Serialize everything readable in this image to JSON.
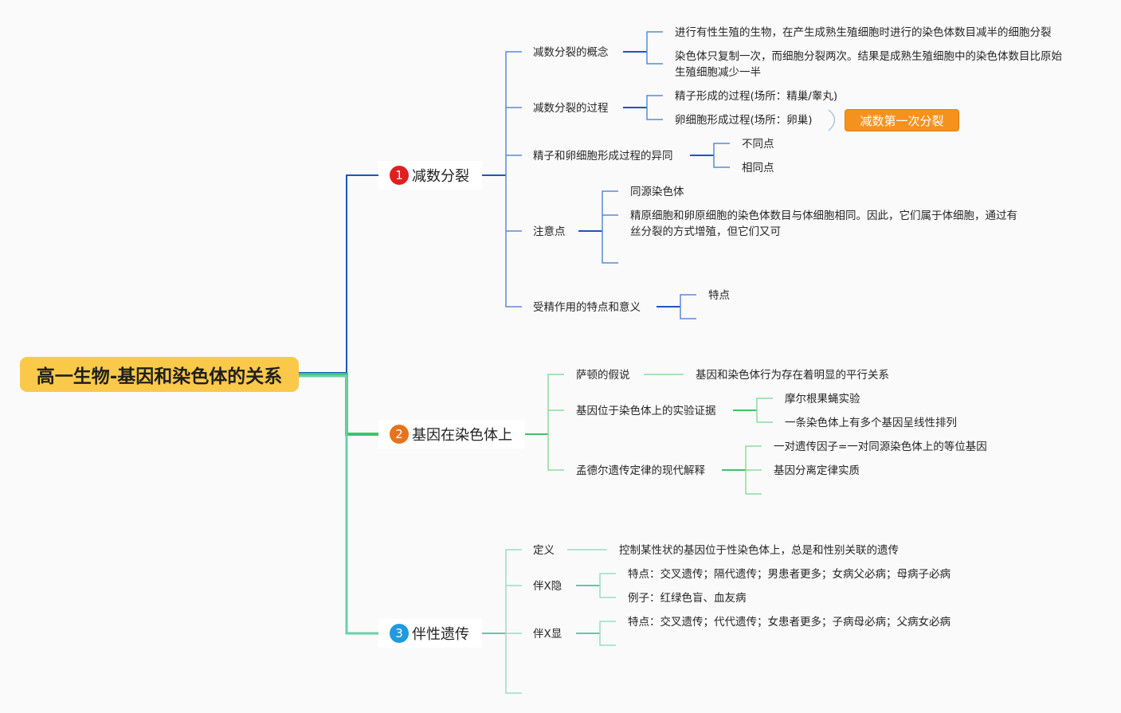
{
  "root": {
    "title": "高一生物-基因和染色体的关系"
  },
  "branches": [
    {
      "number": "1",
      "label": "减数分裂",
      "color": "#1a56c4",
      "badge_color": "#e02020",
      "children": [
        {
          "label": "减数分裂的概念",
          "children": [
            "进行有性生殖的生物，在产生成熟生殖细胞时进行的染色体数目减半的细胞分裂",
            "染色体只复制一次，而细胞分裂两次。结果是成熟生殖细胞中的染色体数目比原始生殖细胞减少一半"
          ]
        },
        {
          "label": "减数分裂的过程",
          "children": [
            "精子形成的过程(场所：精巢/睾丸)",
            "卵细胞形成过程(场所：卵巢)"
          ]
        },
        {
          "label": "精子和卵细胞形成过程的异同",
          "children": [
            "不同点",
            "相同点"
          ]
        },
        {
          "label": "注意点",
          "children": [
            "同源染色体",
            "精原细胞和卵原细胞的染色体数目与体细胞相同。因此，它们属于体细胞，通过有丝分裂的方式增殖，但它们又可"
          ]
        },
        {
          "label": "受精作用的特点和意义",
          "children": [
            "特点"
          ]
        }
      ],
      "summary_tag": "减数第一次分裂"
    },
    {
      "number": "2",
      "label": "基因在染色体上",
      "color": "#3cc46a",
      "badge_color": "#e8731c",
      "children": [
        {
          "label": "萨顿的假说",
          "children": [
            "基因和染色体行为存在着明显的平行关系"
          ]
        },
        {
          "label": "基因位于染色体上的实验证据",
          "children": [
            "摩尔根果蝇实验",
            "一条染色体上有多个基因呈线性排列"
          ]
        },
        {
          "label": "孟德尔遗传定律的现代解释",
          "children": [
            "一对遗传因子=一对同源染色体上的等位基因",
            "基因分离定律实质"
          ]
        }
      ]
    },
    {
      "number": "3",
      "label": "伴性遗传",
      "color": "#5fc9aa",
      "badge_color": "#1e9ae0",
      "children": [
        {
          "label": "定义",
          "children": [
            "控制某性状的基因位于性染色体上，总是和性别关联的遗传"
          ]
        },
        {
          "label": "伴X隐",
          "children": [
            "特点：交叉遗传；隔代遗传；男患者更多；女病父必病；母病子必病",
            "例子：红绿色盲、血友病"
          ]
        },
        {
          "label": "伴X显",
          "children": [
            "特点：交叉遗传；代代遗传；女患者更多；子病母必病；父病女必病"
          ]
        }
      ]
    }
  ],
  "colors": {
    "root_bg": "#fbc94a",
    "root_connector": "#6ccfa8",
    "tag_bg": "#f5921e",
    "b1_sub": "#5b8ad6",
    "b2_sub": "#8fdaa0",
    "b3_sub": "#9adcc6"
  }
}
